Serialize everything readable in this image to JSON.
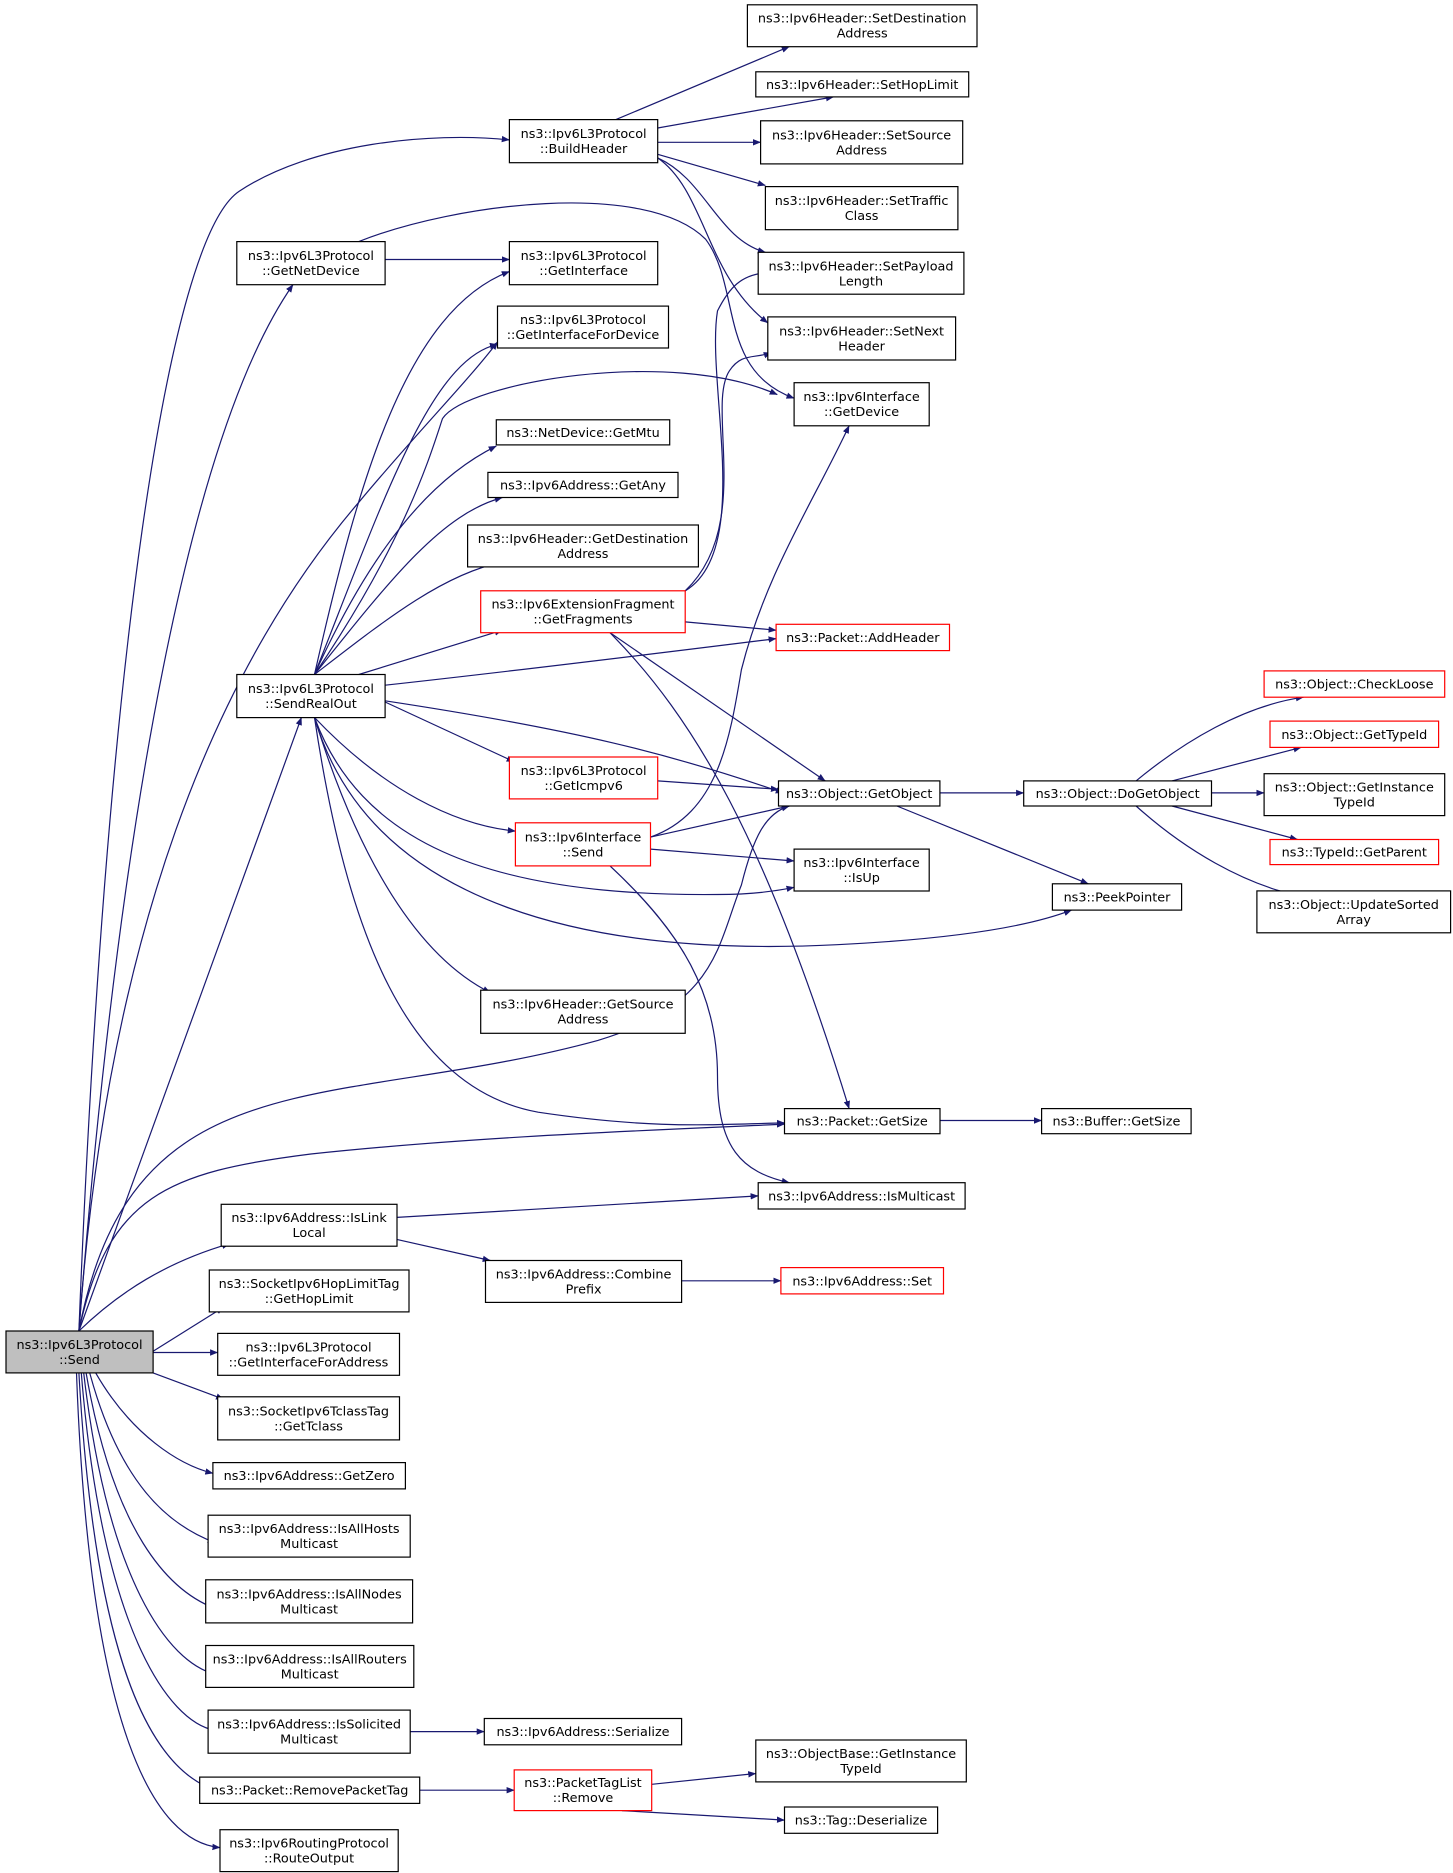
{
  "colors": {
    "edge": "#191970",
    "node_border": "#000000",
    "node_border_truncated": "#ff0000",
    "root_fill": "#bfbfbf",
    "background": "#ffffff"
  },
  "nodes": {
    "send": {
      "lines": [
        "ns3::Ipv6L3Protocol",
        "::Send"
      ],
      "style": "root"
    },
    "build_header": {
      "lines": [
        "ns3::Ipv6L3Protocol",
        "::BuildHeader"
      ],
      "style": "normal"
    },
    "set_destination_address": {
      "lines": [
        "ns3::Ipv6Header::SetDestination",
        "Address"
      ],
      "style": "normal"
    },
    "set_hop_limit": {
      "lines": [
        "ns3::Ipv6Header::SetHopLimit"
      ],
      "style": "normal"
    },
    "set_source_address": {
      "lines": [
        "ns3::Ipv6Header::SetSource",
        "Address"
      ],
      "style": "normal"
    },
    "set_traffic_class": {
      "lines": [
        "ns3::Ipv6Header::SetTraffic",
        "Class"
      ],
      "style": "normal"
    },
    "set_payload_length": {
      "lines": [
        "ns3::Ipv6Header::SetPayload",
        "Length"
      ],
      "style": "normal"
    },
    "set_next_header": {
      "lines": [
        "ns3::Ipv6Header::SetNext",
        "Header"
      ],
      "style": "normal"
    },
    "get_net_device": {
      "lines": [
        "ns3::Ipv6L3Protocol",
        "::GetNetDevice"
      ],
      "style": "normal"
    },
    "get_interface": {
      "lines": [
        "ns3::Ipv6L3Protocol",
        "::GetInterface"
      ],
      "style": "normal"
    },
    "get_interface_for_device": {
      "lines": [
        "ns3::Ipv6L3Protocol",
        "::GetInterfaceForDevice"
      ],
      "style": "normal"
    },
    "iface_get_device": {
      "lines": [
        "ns3::Ipv6Interface",
        "::GetDevice"
      ],
      "style": "normal"
    },
    "netdevice_get_mtu": {
      "lines": [
        "ns3::NetDevice::GetMtu"
      ],
      "style": "normal"
    },
    "addr_get_any": {
      "lines": [
        "ns3::Ipv6Address::GetAny"
      ],
      "style": "normal"
    },
    "hdr_get_destination": {
      "lines": [
        "ns3::Ipv6Header::GetDestination",
        "Address"
      ],
      "style": "normal"
    },
    "get_fragments": {
      "lines": [
        "ns3::Ipv6ExtensionFragment",
        "::GetFragments"
      ],
      "style": "truncated"
    },
    "packet_add_header": {
      "lines": [
        "ns3::Packet::AddHeader"
      ],
      "style": "truncated"
    },
    "send_real_out": {
      "lines": [
        "ns3::Ipv6L3Protocol",
        "::SendRealOut"
      ],
      "style": "normal"
    },
    "get_icmpv6": {
      "lines": [
        "ns3::Ipv6L3Protocol",
        "::GetIcmpv6"
      ],
      "style": "truncated"
    },
    "object_get_object": {
      "lines": [
        "ns3::Object::GetObject"
      ],
      "style": "normal"
    },
    "object_do_get_object": {
      "lines": [
        "ns3::Object::DoGetObject"
      ],
      "style": "normal"
    },
    "object_check_loose": {
      "lines": [
        "ns3::Object::CheckLoose"
      ],
      "style": "truncated"
    },
    "object_get_type_id": {
      "lines": [
        "ns3::Object::GetTypeId"
      ],
      "style": "truncated"
    },
    "object_get_instance_type_id": {
      "lines": [
        "ns3::Object::GetInstance",
        "TypeId"
      ],
      "style": "normal"
    },
    "typeid_get_parent": {
      "lines": [
        "ns3::TypeId::GetParent"
      ],
      "style": "truncated"
    },
    "object_update_sorted_array": {
      "lines": [
        "ns3::Object::UpdateSorted",
        "Array"
      ],
      "style": "normal"
    },
    "iface_send": {
      "lines": [
        "ns3::Ipv6Interface",
        "::Send"
      ],
      "style": "truncated"
    },
    "iface_is_up": {
      "lines": [
        "ns3::Ipv6Interface",
        "::IsUp"
      ],
      "style": "normal"
    },
    "peek_pointer": {
      "lines": [
        "ns3::PeekPointer"
      ],
      "style": "normal"
    },
    "hdr_get_source": {
      "lines": [
        "ns3::Ipv6Header::GetSource",
        "Address"
      ],
      "style": "normal"
    },
    "packet_get_size": {
      "lines": [
        "ns3::Packet::GetSize"
      ],
      "style": "normal"
    },
    "buffer_get_size": {
      "lines": [
        "ns3::Buffer::GetSize"
      ],
      "style": "normal"
    },
    "addr_is_link_local": {
      "lines": [
        "ns3::Ipv6Address::IsLink",
        "Local"
      ],
      "style": "normal"
    },
    "addr_is_multicast": {
      "lines": [
        "ns3::Ipv6Address::IsMulticast"
      ],
      "style": "normal"
    },
    "addr_combine_prefix": {
      "lines": [
        "ns3::Ipv6Address::Combine",
        "Prefix"
      ],
      "style": "normal"
    },
    "addr_set": {
      "lines": [
        "ns3::Ipv6Address::Set"
      ],
      "style": "truncated"
    },
    "hoplimit_tag_get": {
      "lines": [
        "ns3::SocketIpv6HopLimitTag",
        "::GetHopLimit"
      ],
      "style": "normal"
    },
    "get_interface_for_address": {
      "lines": [
        "ns3::Ipv6L3Protocol",
        "::GetInterfaceForAddress"
      ],
      "style": "normal"
    },
    "tclass_tag_get": {
      "lines": [
        "ns3::SocketIpv6TclassTag",
        "::GetTclass"
      ],
      "style": "normal"
    },
    "addr_get_zero": {
      "lines": [
        "ns3::Ipv6Address::GetZero"
      ],
      "style": "normal"
    },
    "addr_is_all_hosts": {
      "lines": [
        "ns3::Ipv6Address::IsAllHosts",
        "Multicast"
      ],
      "style": "normal"
    },
    "addr_is_all_nodes": {
      "lines": [
        "ns3::Ipv6Address::IsAllNodes",
        "Multicast"
      ],
      "style": "normal"
    },
    "addr_is_all_routers": {
      "lines": [
        "ns3::Ipv6Address::IsAllRouters",
        "Multicast"
      ],
      "style": "normal"
    },
    "addr_is_solicited": {
      "lines": [
        "ns3::Ipv6Address::IsSolicited",
        "Multicast"
      ],
      "style": "normal"
    },
    "addr_serialize": {
      "lines": [
        "ns3::Ipv6Address::Serialize"
      ],
      "style": "normal"
    },
    "packet_remove_tag": {
      "lines": [
        "ns3::Packet::RemovePacketTag"
      ],
      "style": "normal"
    },
    "packet_tag_list_remove": {
      "lines": [
        "ns3::PacketTagList",
        "::Remove"
      ],
      "style": "truncated"
    },
    "objectbase_get_instance_type_id": {
      "lines": [
        "ns3::ObjectBase::GetInstance",
        "TypeId"
      ],
      "style": "normal"
    },
    "tag_deserialize": {
      "lines": [
        "ns3::Tag::Deserialize"
      ],
      "style": "normal"
    },
    "route_output": {
      "lines": [
        "ns3::Ipv6RoutingProtocol",
        "::RouteOutput"
      ],
      "style": "normal"
    }
  }
}
